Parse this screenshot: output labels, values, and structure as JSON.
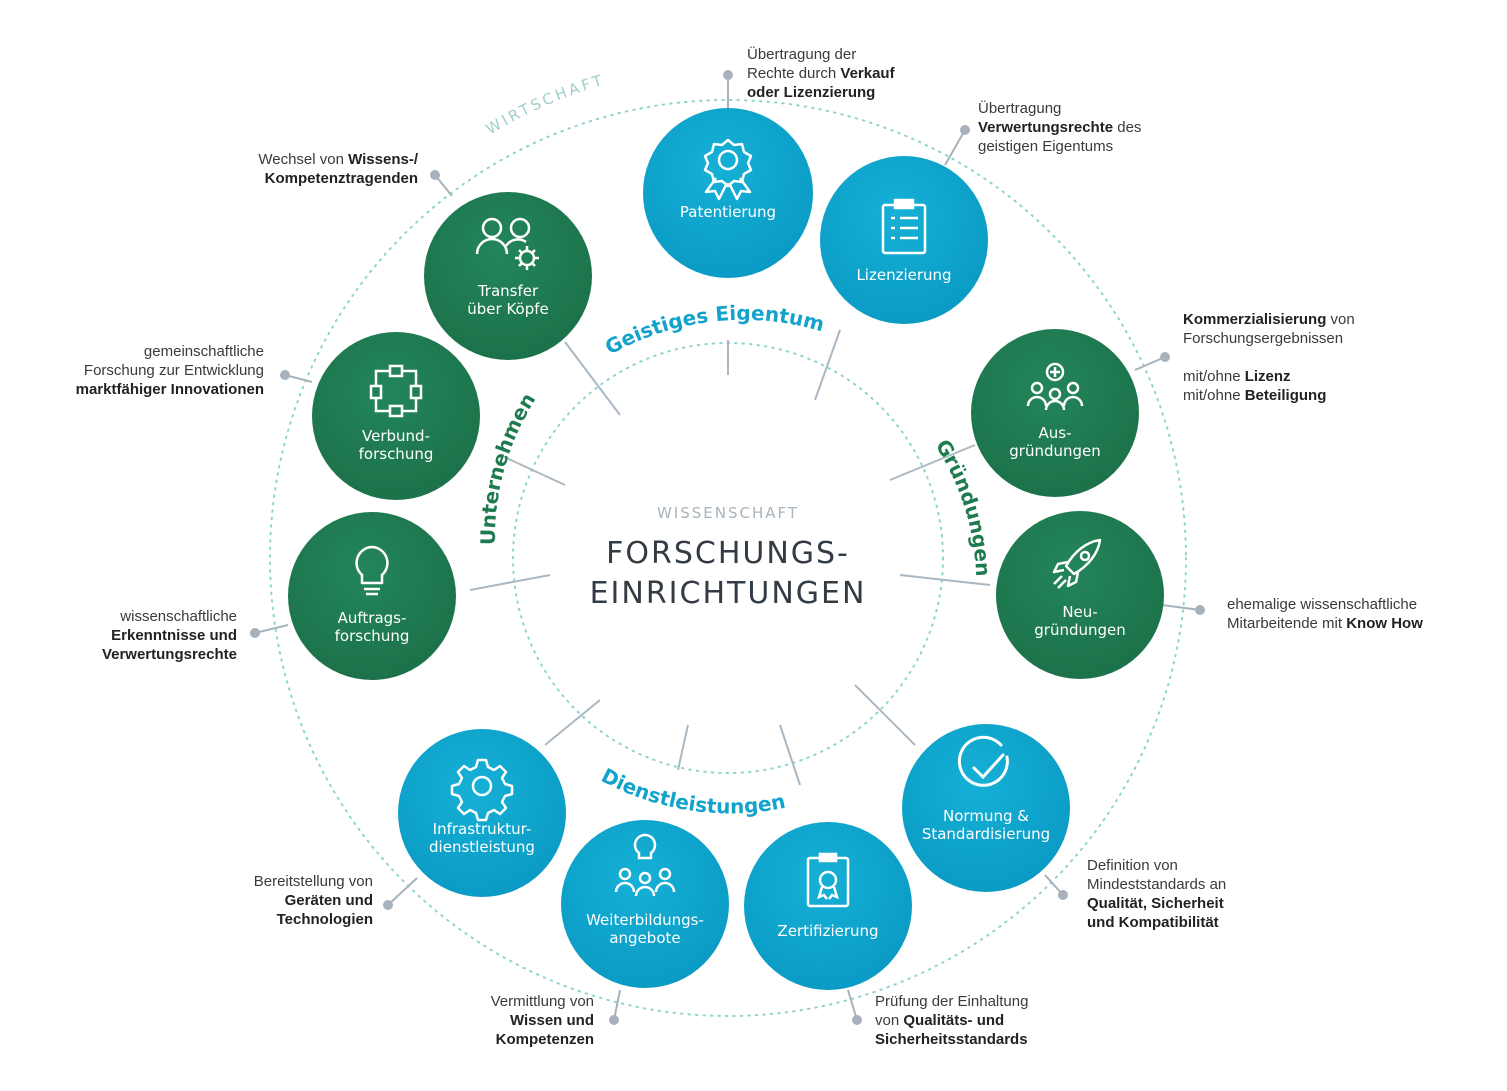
{
  "outer_ring_label": "WIRTSCHAFT",
  "center": {
    "subtitle": "WISSENSCHAFT",
    "title_line1": "FORSCHUNGS-",
    "title_line2": "EINRICHTUNGEN"
  },
  "categories": {
    "geistiges_eigentum": "Geistiges Eigentum",
    "gruendungen": "Gründungen",
    "dienstleistungen": "Dienstleistungen",
    "unternehmen": "Unternehmen"
  },
  "colors": {
    "blue": "#0aa3cc",
    "green": "#1e7a4f",
    "category_blue": "#12a3cc",
    "category_green": "#1e7a4f",
    "ring_dots": "#8fd3cf",
    "connector": "#9aa6b2"
  },
  "nodes": {
    "patentierung": {
      "label1": "Patentierung",
      "label2": "",
      "icon": "award-ribbon-icon"
    },
    "lizenzierung": {
      "label1": "Lizenzierung",
      "label2": "",
      "icon": "clipboard-list-icon"
    },
    "ausgruendungen": {
      "label1": "Aus-",
      "label2": "gründungen",
      "icon": "group-plus-icon"
    },
    "neugruendungen": {
      "label1": "Neu-",
      "label2": "gründungen",
      "icon": "rocket-icon"
    },
    "normung": {
      "label1": "Normung &",
      "label2": "Standardisierung",
      "icon": "check-circle-icon"
    },
    "zertifizierung": {
      "label1": "Zertifizierung",
      "label2": "",
      "icon": "certificate-icon"
    },
    "weiterbildung": {
      "label1": "Weiterbildungs-",
      "label2": "angebote",
      "icon": "lightbulb-group-icon"
    },
    "infrastruktur": {
      "label1": "Infrastruktur-",
      "label2": "dienstleistung",
      "icon": "gear-icon"
    },
    "auftragsforschung": {
      "label1": "Auftrags-",
      "label2": "forschung",
      "icon": "lightbulb-icon"
    },
    "verbundforschung": {
      "label1": "Verbund-",
      "label2": "forschung",
      "icon": "network-icon"
    },
    "transfer": {
      "label1": "Transfer",
      "label2": "über Köpfe",
      "icon": "people-gear-icon"
    }
  },
  "notes": {
    "patentierung": [
      [
        "Übertragung der"
      ],
      [
        "Rechte durch ",
        "Verkauf"
      ],
      [
        "",
        "oder Lizenzierung"
      ]
    ],
    "lizenzierung": [
      [
        "Übertragung"
      ],
      [
        "",
        "Verwertungsrechte",
        " des"
      ],
      [
        "geistigen Eigentums"
      ]
    ],
    "ausgruendungen": [
      [
        "",
        "Kommerzialisierung",
        " von"
      ],
      [
        "Forschungsergebnissen"
      ],
      [
        ""
      ],
      [
        "mit/ohne ",
        "Lizenz"
      ],
      [
        "mit/ohne ",
        "Beteiligung"
      ]
    ],
    "neugruendungen": [
      [
        "ehemalige wissenschaftliche"
      ],
      [
        "Mitarbeitende mit ",
        "Know How"
      ]
    ],
    "normung": [
      [
        "Definition von"
      ],
      [
        "Mindeststandards an"
      ],
      [
        "",
        "Qualität, Sicherheit"
      ],
      [
        "",
        "und Kompatibilität"
      ]
    ],
    "zertifizierung": [
      [
        "Prüfung der Einhaltung"
      ],
      [
        "von ",
        "Qualitäts- und"
      ],
      [
        "",
        "Sicherheitsstandards"
      ]
    ],
    "weiterbildung": [
      [
        "Vermittlung von"
      ],
      [
        "",
        "Wissen und"
      ],
      [
        "",
        "Kompetenzen"
      ]
    ],
    "infrastruktur": [
      [
        "Bereitstellung von"
      ],
      [
        "",
        "Geräten und"
      ],
      [
        "",
        "Technologien"
      ]
    ],
    "auftragsforschung": [
      [
        "wissenschaftliche"
      ],
      [
        "",
        "Erkenntnisse und"
      ],
      [
        "",
        "Verwertungsrechte"
      ]
    ],
    "verbundforschung": [
      [
        "gemeinschaftliche"
      ],
      [
        "Forschung zur Entwicklung"
      ],
      [
        "",
        "marktfähiger Innovationen"
      ]
    ],
    "transfer": [
      [
        "Wechsel von ",
        "Wissens-/"
      ],
      [
        "",
        "Kompetenztragenden"
      ]
    ]
  }
}
